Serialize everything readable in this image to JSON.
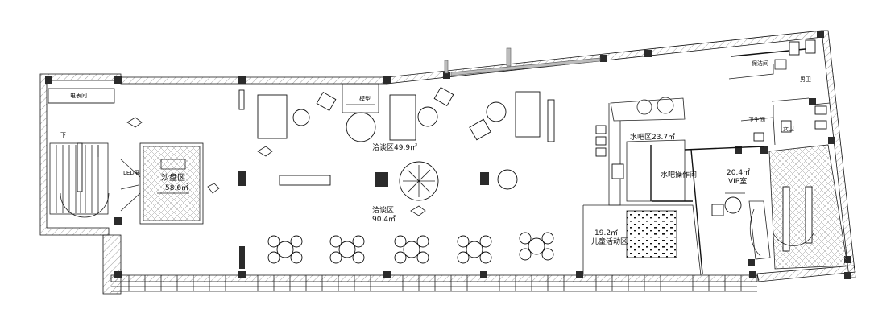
{
  "plan": {
    "rooms": {
      "electric_room": "电表间",
      "sand_table": "沙盘区",
      "sand_table_area": "58.6㎡",
      "model_screen": "LED展示",
      "model_room": "模型",
      "deep_talk": "洽谈区49.9㎡",
      "negotiation": "洽谈区",
      "negotiation_area": "90.4㎡",
      "water_bar": "水吧区23.7㎡",
      "bar_operation": "水吧操作间",
      "cleaning_room": "保洁间",
      "male_wc": "男卫",
      "female_wc": "女卫",
      "toilet": "卫生间",
      "vip_area": "20.4㎡",
      "vip_room": "VIP室",
      "kids_area_size": "19.2㎡",
      "kids_area": "儿童活动区",
      "stair_down": "下"
    }
  }
}
